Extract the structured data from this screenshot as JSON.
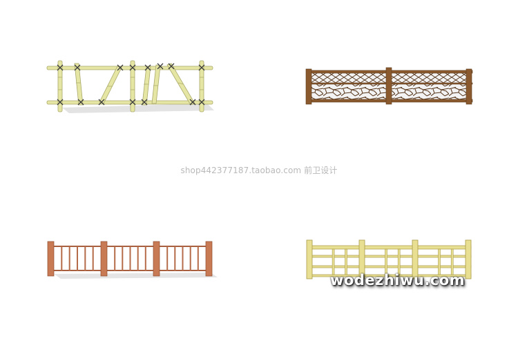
{
  "watermarks": {
    "center": "shop442377187.taobao.com 前卫设计",
    "corner": "wodezhiwu.com"
  },
  "colors": {
    "bamboo": "#e6e6a4",
    "bamboo_edge": "#a9a86a",
    "bamboo_rope": "#3a3a3a",
    "lattice_wood": "#8a5a2e",
    "lattice_panel": "#f2f2f2",
    "metal_post": "#c87a55",
    "metal_rail": "#a85f40",
    "yellow_wood": "#e8df92",
    "yellow_edge": "#a89a48",
    "shadow": "#d8d8d8"
  },
  "fences": [
    {
      "name": "bamboo-fence"
    },
    {
      "name": "lattice-fence"
    },
    {
      "name": "metal-rail-fence"
    },
    {
      "name": "yellow-wood-fence"
    }
  ]
}
